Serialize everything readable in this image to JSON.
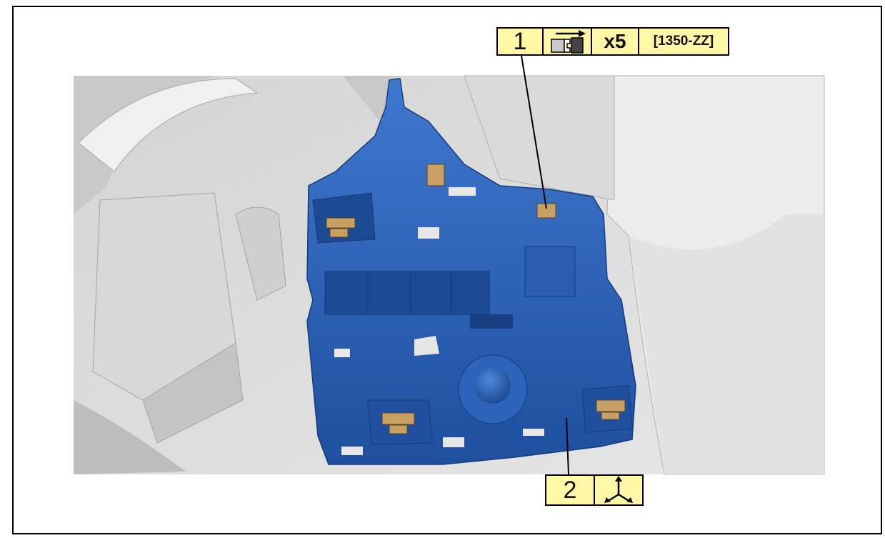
{
  "callouts": [
    {
      "number": "1",
      "icon": "fastener-removal-icon",
      "quantity": "x5",
      "reference": "[1350-ZZ]"
    },
    {
      "number": "2",
      "icon": "tri-arrow-removal-icon"
    }
  ],
  "colors": {
    "part_highlight": "#2f62b8",
    "callout_fill": "#fff6a6",
    "background_parts": "#dcdcdc"
  }
}
